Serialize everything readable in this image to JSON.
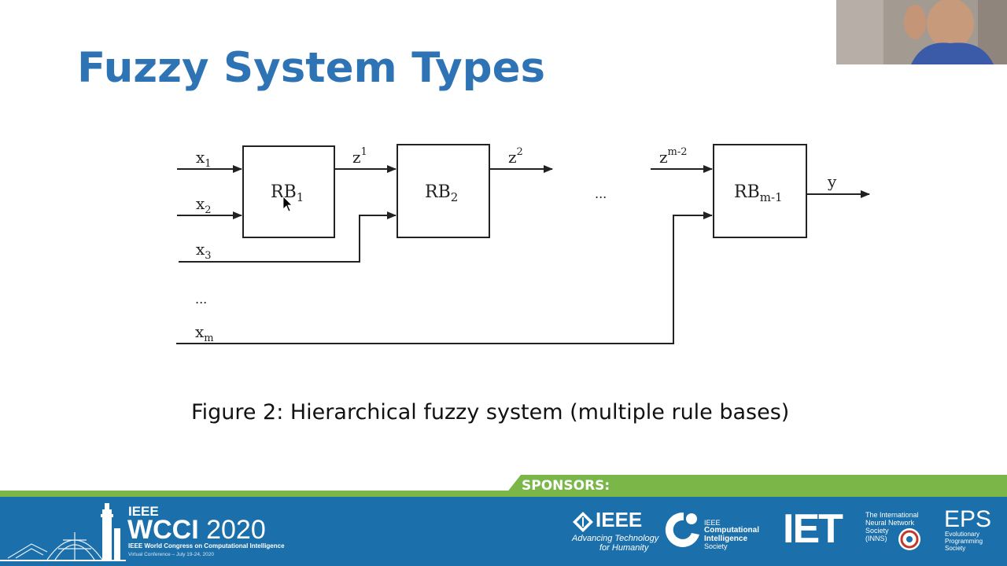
{
  "slide": {
    "title": "Fuzzy System Types",
    "caption": "Figure 2: Hierarchical fuzzy system (multiple rule bases)"
  },
  "diagram": {
    "blocks": [
      "RB",
      "RB",
      "RB"
    ],
    "block_subscripts": [
      "1",
      "2",
      "m-1"
    ],
    "inputs": [
      {
        "base": "x",
        "sub": "1"
      },
      {
        "base": "x",
        "sub": "2"
      },
      {
        "base": "x",
        "sub": "3"
      },
      {
        "base": "x",
        "sub": "m"
      }
    ],
    "intermediates": [
      {
        "base": "z",
        "sup": "1"
      },
      {
        "base": "z",
        "sup": "2"
      },
      {
        "base": "z",
        "sup": "m-2"
      }
    ],
    "output": "y",
    "ellipsis_horizontal": "...",
    "ellipsis_vertical": "..."
  },
  "footer": {
    "sponsors_label": "SPONSORS:",
    "conference": {
      "ieee": "IEEE",
      "name": "WCCI",
      "year": "2020",
      "subtitle": "IEEE World Congress on Computational Intelligence",
      "dates": "Virtual Conference – July 19-24, 2020"
    },
    "sponsor_logos": [
      {
        "name": "IEEE",
        "tagline_1": "Advancing Technology",
        "tagline_2": "for Humanity"
      },
      {
        "name_1": "IEEE",
        "name_2": "Computational",
        "name_3": "Intelligence",
        "name_4": "Society"
      },
      {
        "name": "IET"
      },
      {
        "name_1": "The International",
        "name_2": "Neural Network",
        "name_3": "Society",
        "name_4": "(INNS)"
      },
      {
        "name": "EPS",
        "sub_1": "Evolutionary",
        "sub_2": "Programming",
        "sub_3": "Society"
      }
    ]
  },
  "colors": {
    "title": "#2e74b5",
    "footer_blue": "#1b6faa",
    "footer_green": "#7ab648"
  }
}
